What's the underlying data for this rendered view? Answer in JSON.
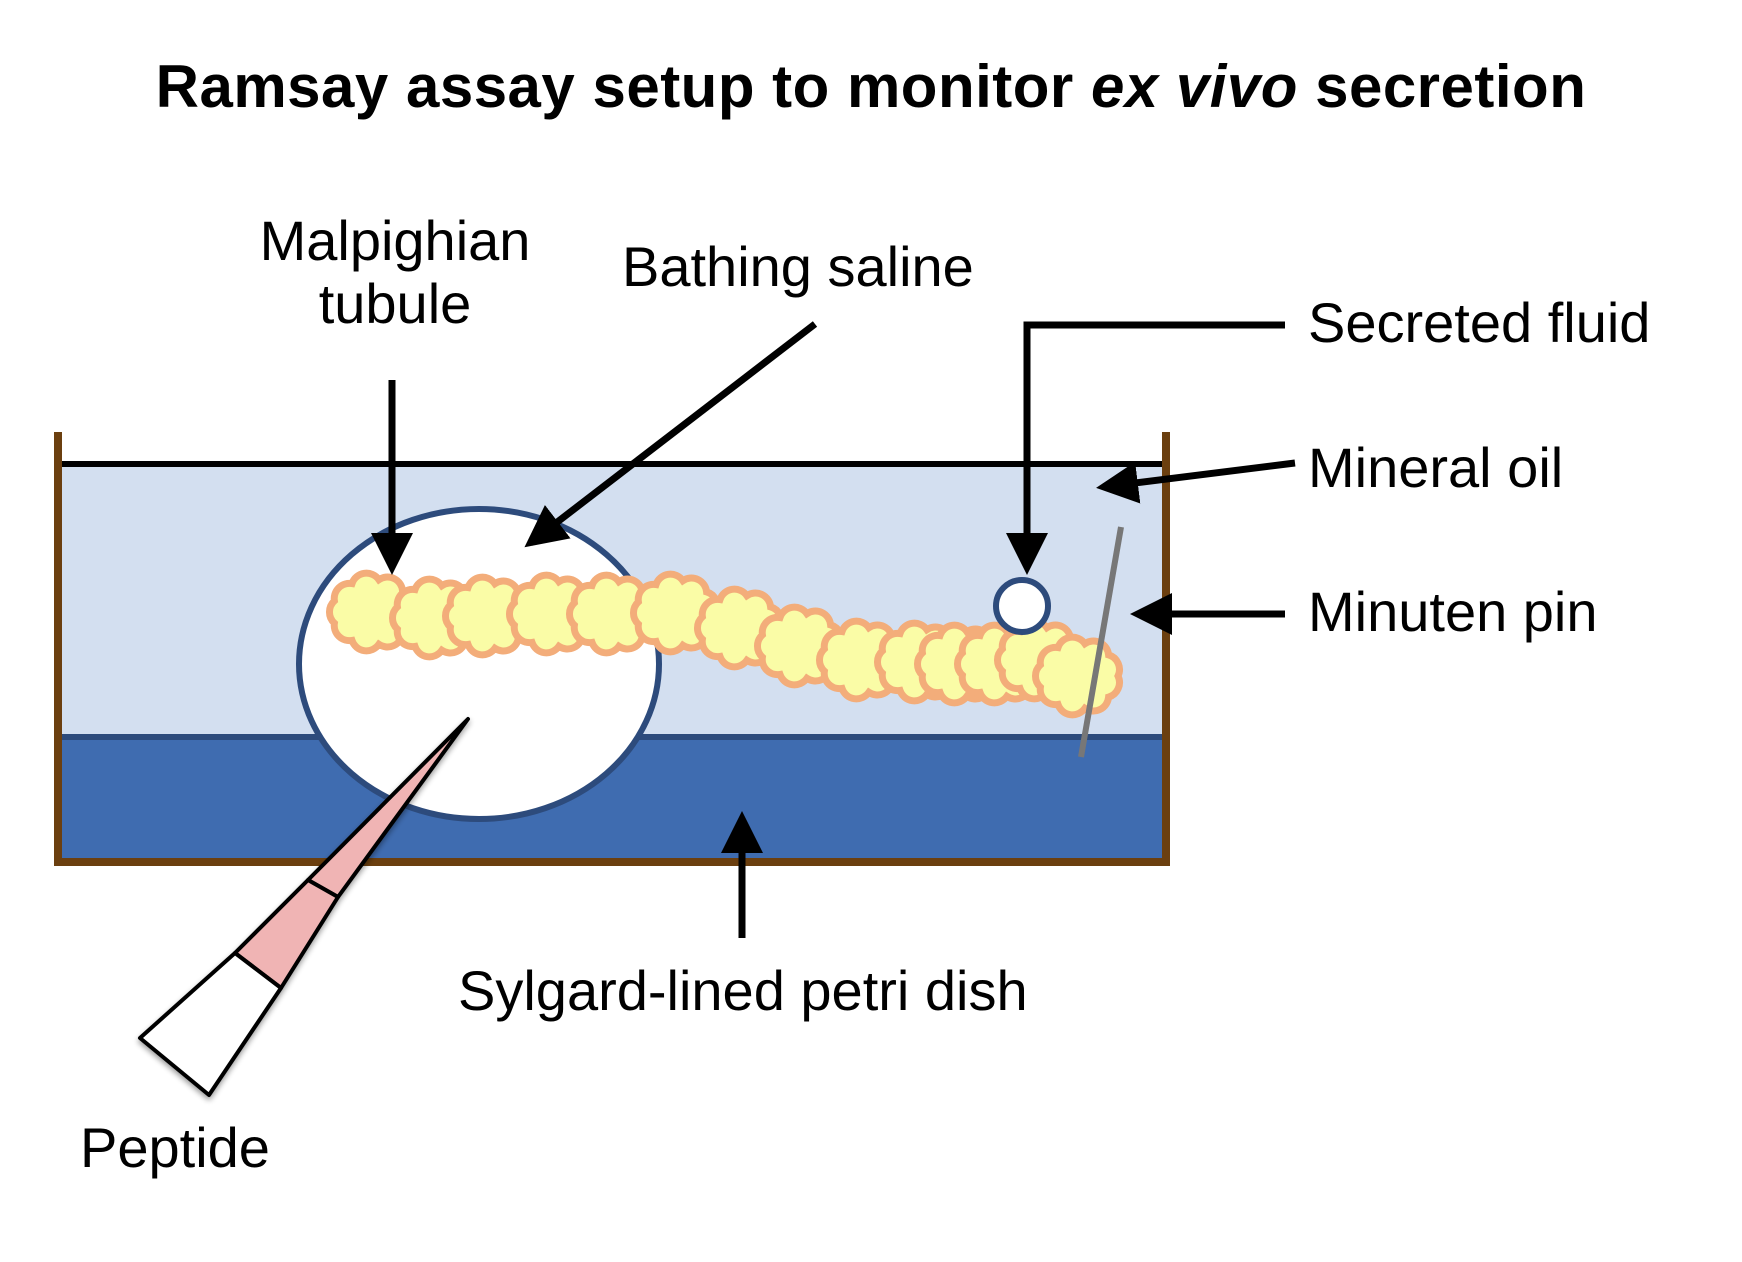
{
  "title": {
    "prefix": "Ramsay assay setup to monitor ",
    "italic": "ex vivo",
    "suffix": " secretion"
  },
  "labels": {
    "malpighian_tubule": [
      "Malpighian",
      "tubule"
    ],
    "bathing_saline": "Bathing saline",
    "secreted_fluid": "Secreted fluid",
    "mineral_oil": "Mineral oil",
    "minuten_pin": "Minuten pin",
    "sylgard_dish": "Sylgard-lined petri dish",
    "peptide": "Peptide"
  },
  "colors": {
    "dish_wall": "#6b3f0f",
    "mineral_oil": "#d3dff0",
    "sylgard": "#3f6cb0",
    "sylgard_line": "#2d4b7c",
    "saline_drop_fill": "#ffffff",
    "saline_drop_stroke": "#2d4b7c",
    "tubule_fill": "#fafca6",
    "tubule_stroke": "#f3ad7a",
    "pin": "#777777",
    "pipette_tip": "#f0b4b4",
    "arrow": "#000000"
  }
}
